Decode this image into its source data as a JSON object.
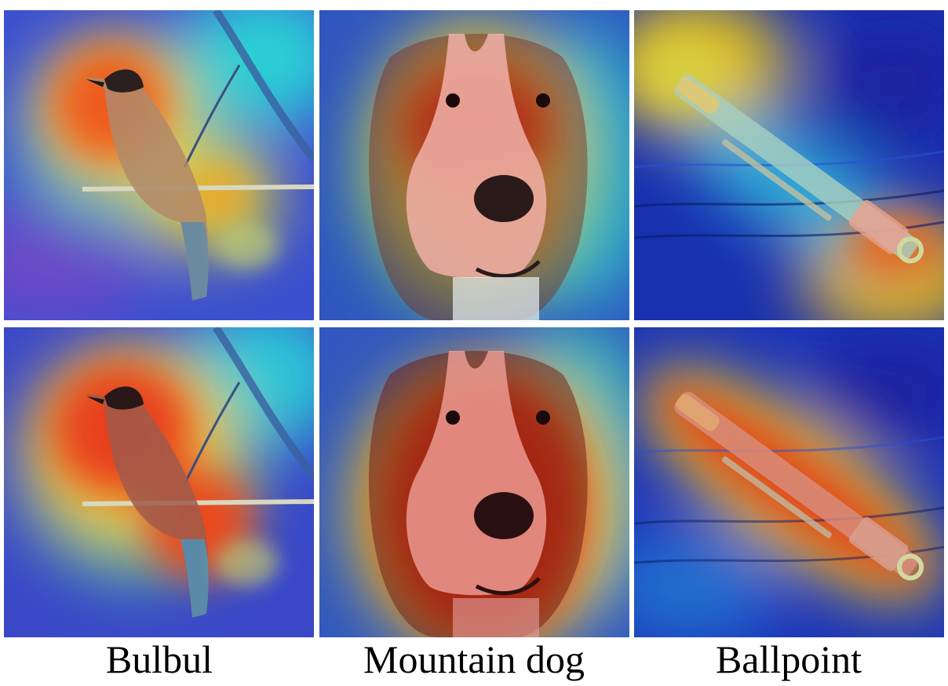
{
  "figure": {
    "captions": [
      "Bulbul",
      "Mountain dog",
      "Ballpoint"
    ],
    "rows": 2,
    "columns": 3
  },
  "panels": [
    {
      "row": 1,
      "column": 1,
      "subject": "bulbul bird on a branch",
      "overlay": "heatmap"
    },
    {
      "row": 1,
      "column": 2,
      "subject": "mountain dog face",
      "overlay": "heatmap"
    },
    {
      "row": 1,
      "column": 3,
      "subject": "ballpoint pen on wood",
      "overlay": "heatmap"
    },
    {
      "row": 2,
      "column": 1,
      "subject": "bulbul bird on a branch",
      "overlay": "heatmap"
    },
    {
      "row": 2,
      "column": 2,
      "subject": "mountain dog face",
      "overlay": "heatmap"
    },
    {
      "row": 2,
      "column": 3,
      "subject": "ballpoint pen on wood",
      "overlay": "heatmap"
    }
  ],
  "colors": {
    "heat_low": "#1f2fd6",
    "heat_mid": "#22c7c0",
    "heat_warm": "#e8d23a",
    "heat_high": "#e02a10"
  }
}
